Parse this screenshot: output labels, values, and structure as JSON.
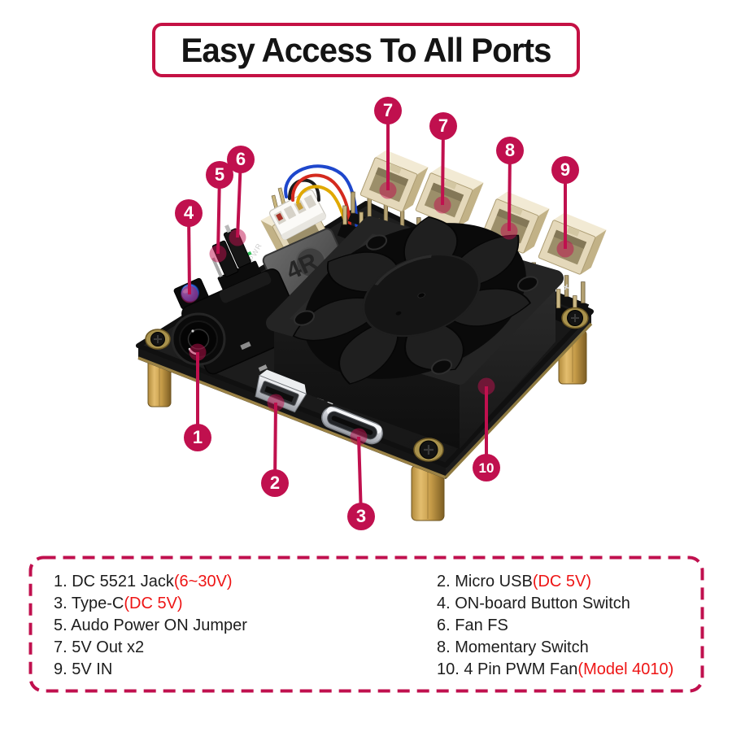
{
  "title": "Easy Access To All Ports",
  "callouts": [
    {
      "label": "1"
    },
    {
      "label": "2"
    },
    {
      "label": "3"
    },
    {
      "label": "4"
    },
    {
      "label": "5"
    },
    {
      "label": "6"
    },
    {
      "label": "7"
    },
    {
      "label": "7"
    },
    {
      "label": "8"
    },
    {
      "label": "9"
    },
    {
      "label": "10"
    }
  ],
  "board": {
    "inductor_label": "4R",
    "pwr_label": "PWR",
    "plus_label": "+"
  },
  "legend": {
    "left": [
      {
        "text": "1. DC 5521 Jack ",
        "red": "(6~30V)"
      },
      {
        "text": "3. Type-C ",
        "red": "(DC 5V)"
      },
      {
        "text": "5. Audo Power ON Jumper",
        "red": ""
      },
      {
        "text": "7. 5V Out x2",
        "red": ""
      },
      {
        "text": "9. 5V IN",
        "red": ""
      }
    ],
    "right": [
      {
        "text": "2. Micro USB ",
        "red": "(DC 5V)"
      },
      {
        "text": "4. ON-board Button Switch",
        "red": ""
      },
      {
        "text": "6. Fan FS",
        "red": ""
      },
      {
        "text": "8. Momentary Switch",
        "red": ""
      },
      {
        "text": "10. 4 Pin PWM Fan ",
        "red": "(Model 4010)"
      }
    ]
  },
  "colors": {
    "accent": "#c0104e",
    "title_border": "#c41144",
    "legend_red": "#ee1515",
    "pcb_black": "#181818",
    "pcb_edge_gold": "#9a8145",
    "standoff_gold": "#c49a47",
    "connector_cream": "#e4d8ba"
  }
}
